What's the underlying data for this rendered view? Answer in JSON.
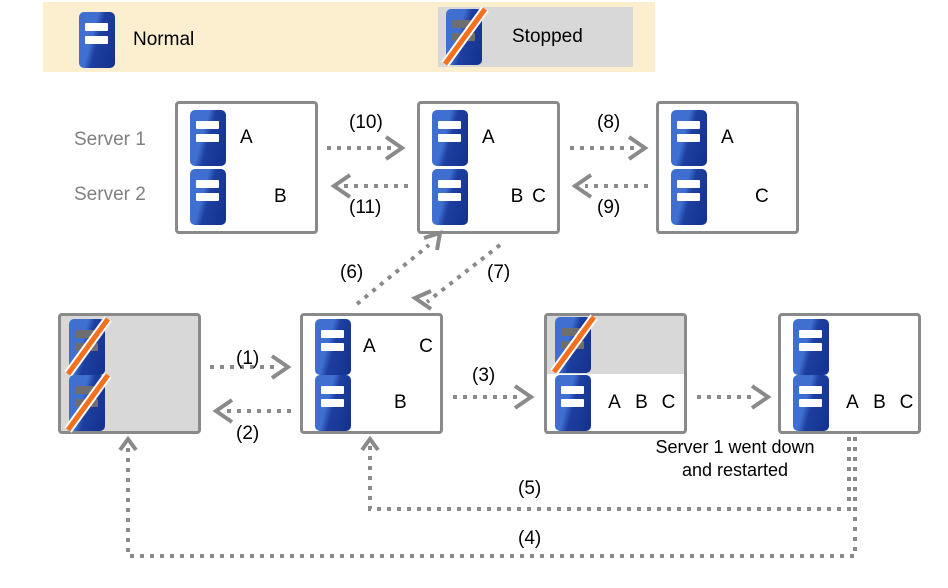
{
  "legend": {
    "normal": {
      "label": "Normal",
      "icon": "server-normal-icon",
      "color": "#3f6fd0"
    },
    "stopped": {
      "label": "Stopped",
      "icon": "server-stopped-icon",
      "chip_color": "#d8d8d8",
      "slash_color": "#f4701f"
    },
    "band_color": "#fcefd0"
  },
  "side_labels": {
    "server1": "Server 1",
    "server2": "Server 2",
    "color": "#808080"
  },
  "states": [
    {
      "id": "state-1",
      "rows": [
        {
          "server": "Server 1",
          "status": "Normal",
          "items": [
            "A"
          ]
        },
        {
          "server": "Server 2",
          "status": "Normal",
          "items": [
            "B"
          ]
        }
      ]
    },
    {
      "id": "state-2",
      "rows": [
        {
          "server": "Server 1",
          "status": "Normal",
          "items": [
            "A"
          ]
        },
        {
          "server": "Server 2",
          "status": "Normal",
          "items": [
            "B",
            "C"
          ]
        }
      ]
    },
    {
      "id": "state-3",
      "rows": [
        {
          "server": "Server 1",
          "status": "Normal",
          "items": [
            "A"
          ]
        },
        {
          "server": "Server 2",
          "status": "Normal",
          "items": [
            "C"
          ]
        }
      ]
    },
    {
      "id": "state-4",
      "rows": [
        {
          "server": "Server 1",
          "status": "Stopped",
          "items": []
        },
        {
          "server": "Server 2",
          "status": "Stopped",
          "items": []
        }
      ]
    },
    {
      "id": "state-5",
      "rows": [
        {
          "server": "Server 1",
          "status": "Normal",
          "items": [
            "A",
            "C"
          ]
        },
        {
          "server": "Server 2",
          "status": "Normal",
          "items": [
            "B"
          ]
        }
      ]
    },
    {
      "id": "state-6",
      "rows": [
        {
          "server": "Server 1",
          "status": "Stopped",
          "items": []
        },
        {
          "server": "Server 2",
          "status": "Normal",
          "items": [
            "A",
            "B",
            "C"
          ]
        }
      ]
    },
    {
      "id": "state-7",
      "rows": [
        {
          "server": "Server 1",
          "status": "Normal",
          "items": []
        },
        {
          "server": "Server 2",
          "status": "Normal",
          "items": [
            "A",
            "B",
            "C"
          ]
        }
      ]
    }
  ],
  "transitions": [
    {
      "id": "t1",
      "label": "(1)"
    },
    {
      "id": "t2",
      "label": "(2)"
    },
    {
      "id": "t3",
      "label": "(3)"
    },
    {
      "id": "t4",
      "label": "(4)"
    },
    {
      "id": "t5",
      "label": "(5)"
    },
    {
      "id": "t6",
      "label": "(6)"
    },
    {
      "id": "t7",
      "label": "(7)"
    },
    {
      "id": "t8",
      "label": "(8)"
    },
    {
      "id": "t9",
      "label": "(9)"
    },
    {
      "id": "t10",
      "label": "(10)"
    },
    {
      "id": "t11",
      "label": "(11)"
    }
  ],
  "annotations": {
    "restart_note": "Server 1 went down\nand restarted"
  },
  "colors": {
    "arrow": "#8a8a8a",
    "box_border": "#8a8a8a",
    "gray_fill": "#d8d8d8",
    "background": "#ffffff"
  }
}
